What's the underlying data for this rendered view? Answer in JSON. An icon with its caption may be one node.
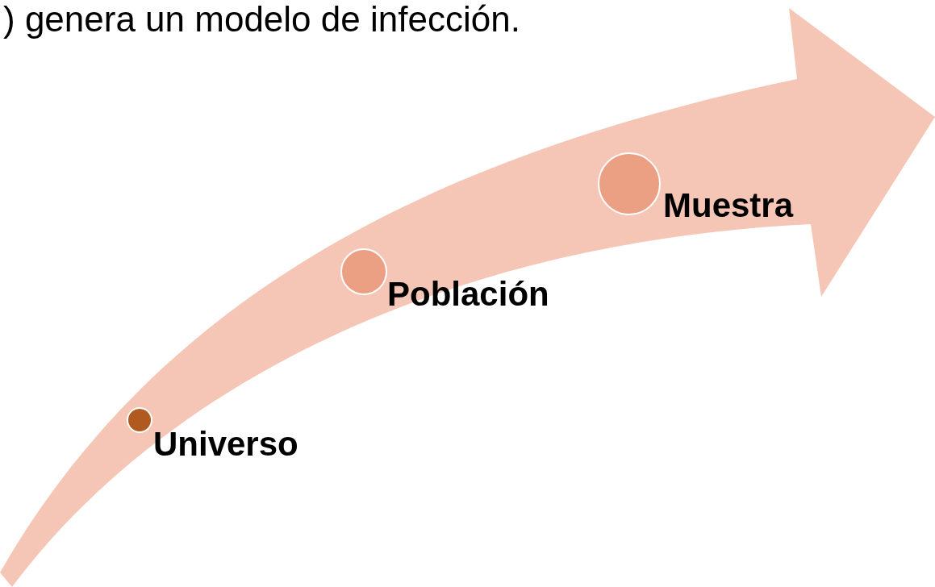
{
  "diagram": {
    "nodes": [
      {
        "text": [],
        "shape": "circle",
        "beside": [
          "Universo"
        ]
      },
      {
        "text": [],
        "shape": "circle",
        "beside": [
          "Población"
        ]
      },
      {
        "text": [],
        "shape": "circle",
        "beside": [
          "Muestra"
        ]
      }
    ],
    "labels": [
      ") genera un modelo de infección."
    ]
  }
}
